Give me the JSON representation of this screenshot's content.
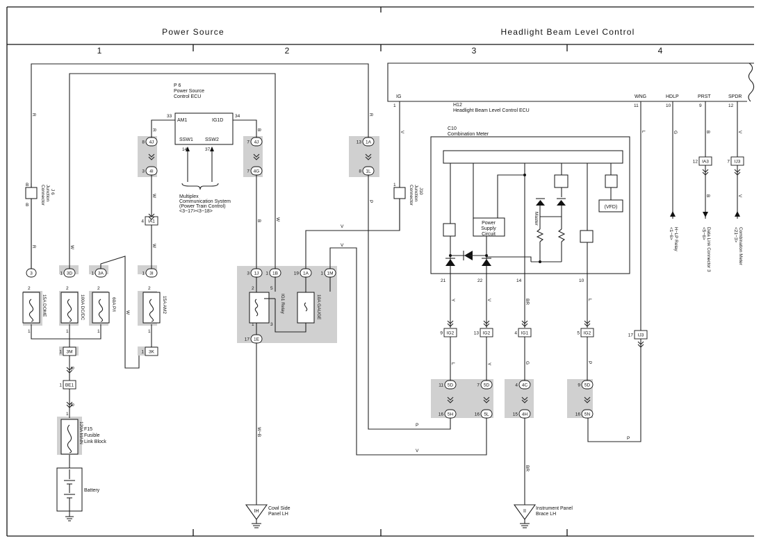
{
  "sections": {
    "power_source": "Power Source",
    "headlight_control": "Headlight Beam Level Control"
  },
  "columns": [
    "1",
    "2",
    "3",
    "4"
  ],
  "components": {
    "p6_id": "P 6",
    "p6_name1": "Power Source",
    "p6_name2": "Control ECU",
    "p6_am1": "AM1",
    "p6_ig1d": "IG1D",
    "p6_ssw1": "SSW1",
    "p6_ssw2": "SSW2",
    "p6_pin33": "33",
    "p6_pin34": "34",
    "p6_pin14": "14",
    "p6_pin37": "37",
    "h12_id": "H12",
    "h12_name": "Headlight Beam Level Control ECU",
    "h12_ig": "IG",
    "h12_wng": "WNG",
    "h12_hdlp": "HDLP",
    "h12_prst": "PRST",
    "h12_spdr": "SPDR",
    "h12_pin_ig": "1",
    "h12_pin_wng": "11",
    "h12_pin_hdlp": "10",
    "h12_pin_prst": "9",
    "h12_pin_spdr": "12",
    "c10_id": "C10",
    "c10_name": "Combination Meter",
    "c10_psu1": "Power",
    "c10_psu2": "Supply",
    "c10_psu3": "Circuit",
    "c10_vfd": "(VFD)",
    "c10_master": "Master",
    "c10_pin21": "21",
    "c10_pin22": "22",
    "c10_pin14": "14",
    "c10_pin10": "10",
    "f15_id": "F15",
    "f15_name1": "Fusible",
    "f15_name2": "Link Block",
    "battery": "Battery",
    "j6_a": "J 6",
    "j6_b": "Junction",
    "j6_c": "Connector",
    "j10_a": "J10",
    "j10_b": "Junction",
    "j10_c": "Connector",
    "multiplex1": "Multiplex",
    "multiplex2": "Communication System",
    "multiplex3": "(Power Train Control)",
    "multiplex4": "<3−17><3−18>",
    "cowl1": "Cowl Side",
    "cowl2": "Panel LH",
    "ipanel1": "Instrument Panel",
    "ipanel2": "Brace LH",
    "ground_ih": "IH",
    "ground_ii": "II",
    "hlp_relay1": "H−LP Relay",
    "hlp_relay2": "<1−6>",
    "dlc1": "Data Link Connector 3",
    "dlc2": "<5−6>",
    "cmeter1": "Combination Meter",
    "cmeter2": "<21−3>"
  },
  "fuses": {
    "dome": "15A DOME",
    "dcdc": "100A DC/DC",
    "pi": "60A P/I",
    "am2": "15A AM2",
    "ig1relay": "IG1 Relay",
    "gauge": "10A GAUGE",
    "main": "120A MAIN"
  },
  "connectors": {
    "c3": "3",
    "c3d": "3D",
    "c3a": "3A",
    "c3i": "3I",
    "c1j": "1J",
    "c1b": "1B",
    "c1a": "1A",
    "c1m": "1M",
    "c3m": "3M",
    "c3k": "3K",
    "c1e": "1E",
    "be1": "BE1",
    "c4j_a": "4J",
    "c4i": "4I",
    "ia1": "IA1",
    "c4j_b": "4J",
    "c4g": "4G",
    "c1a_b": "1A",
    "c1l": "1L",
    "ig2_a": "IG2",
    "ig2_b": "IG2",
    "ig1": "IG1",
    "ig2_c": "IG2",
    "ij3_a": "IJ3",
    "ia3": "IA3",
    "ij3_b": "IJ3",
    "c5d_a": "5D",
    "c5d_b": "5D",
    "c4c": "4C",
    "c5d_c": "5D",
    "c5h": "5H",
    "c5l": "5L",
    "c4h": "4H",
    "c5n": "5N"
  },
  "pins": {
    "p1": "1",
    "p2": "2",
    "p3": "3",
    "p4": "4",
    "p5": "5",
    "p7": "7",
    "p8": "8",
    "p9": "9",
    "p11": "11",
    "p12": "12",
    "p13": "13",
    "p15": "15",
    "p16": "16",
    "p17": "17",
    "p19": "19"
  },
  "wires": {
    "R": "R",
    "W": "W",
    "B": "B",
    "V": "V",
    "P": "P",
    "Y": "Y",
    "L": "L",
    "G": "G",
    "BR": "BR",
    "WB": "W−B"
  }
}
